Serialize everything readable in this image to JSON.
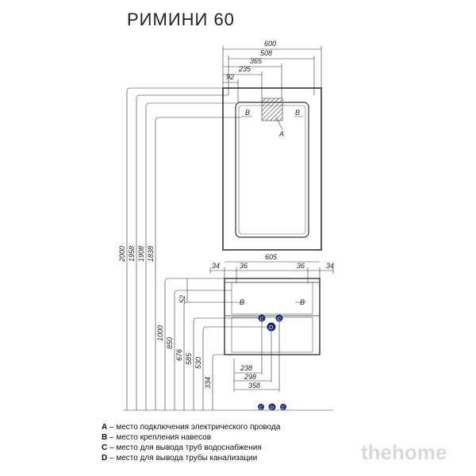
{
  "title": "РИМИНИ 60",
  "mirror": {
    "width_dims": [
      "600",
      "508",
      "365",
      "235",
      "92"
    ],
    "markers": {
      "a": "A",
      "b": "B"
    }
  },
  "cabinet": {
    "top_dims": [
      "34",
      "36",
      "605",
      "36",
      "34"
    ],
    "bottom_dims": [
      "238",
      "298",
      "358"
    ],
    "markers": {
      "b": "B",
      "c": "C",
      "d": "D"
    }
  },
  "height_dims": [
    "2000",
    "1958",
    "1908",
    "1838",
    "1000",
    "850",
    "676",
    "585",
    "530",
    "334",
    "52"
  ],
  "legend": [
    {
      "letter": "A",
      "text": " – место подключения электрического провода"
    },
    {
      "letter": "B",
      "text": " – место крепления навесов"
    },
    {
      "letter": "C",
      "text": " – место для вывода труб водоснабжения"
    },
    {
      "letter": "D",
      "text": " – место для вывода трубы канализации"
    }
  ],
  "watermark": "thehome",
  "colors": {
    "line": "#333333",
    "pipe_circle": "#1f2a6e",
    "hatch": "#444444"
  }
}
